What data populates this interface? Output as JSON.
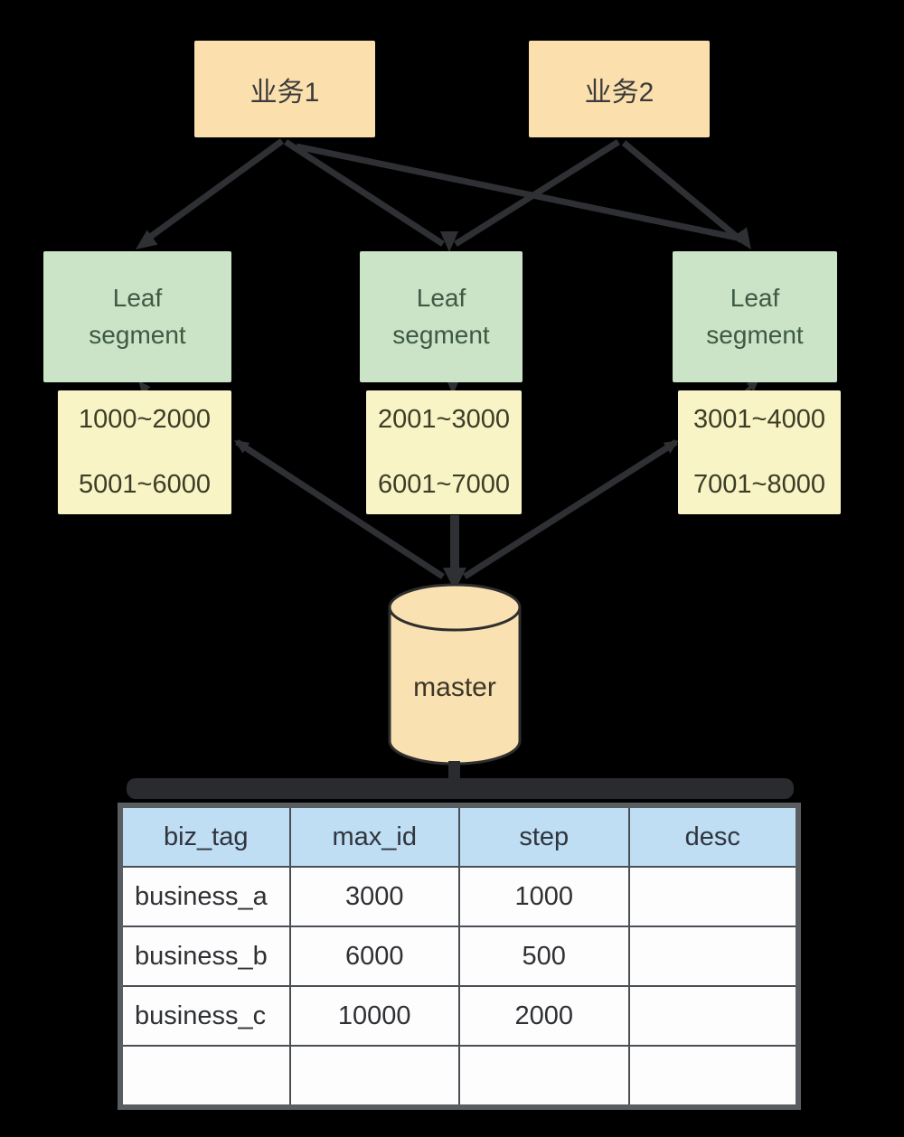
{
  "colors": {
    "background": "#000000",
    "business_box": "#fbdfad",
    "leaf_box": "#cbe3c7",
    "segment_box": "#f9f4c5",
    "cylinder": "#f9e1b1",
    "arrow": "#2e3034",
    "table_header": "#bfddf3",
    "table_border": "#595d61"
  },
  "diagram": {
    "business_nodes": [
      {
        "label": "业务1"
      },
      {
        "label": "业务2"
      }
    ],
    "leaf_nodes": [
      {
        "label": "Leaf\nsegment"
      },
      {
        "label": "Leaf\nsegment"
      },
      {
        "label": "Leaf\nsegment"
      }
    ],
    "segment_nodes": [
      {
        "ranges": [
          "1000~2000",
          "5001~6000"
        ]
      },
      {
        "ranges": [
          "2001~3000",
          "6001~7000"
        ]
      },
      {
        "ranges": [
          "3001~4000",
          "7001~8000"
        ]
      }
    ],
    "master_label": "master"
  },
  "table": {
    "headers": [
      "biz_tag",
      "max_id",
      "step",
      "desc"
    ],
    "rows": [
      [
        "business_a",
        "3000",
        "1000",
        ""
      ],
      [
        "business_b",
        "6000",
        "500",
        ""
      ],
      [
        "business_c",
        "10000",
        "2000",
        ""
      ],
      [
        "",
        "",
        "",
        ""
      ]
    ]
  }
}
